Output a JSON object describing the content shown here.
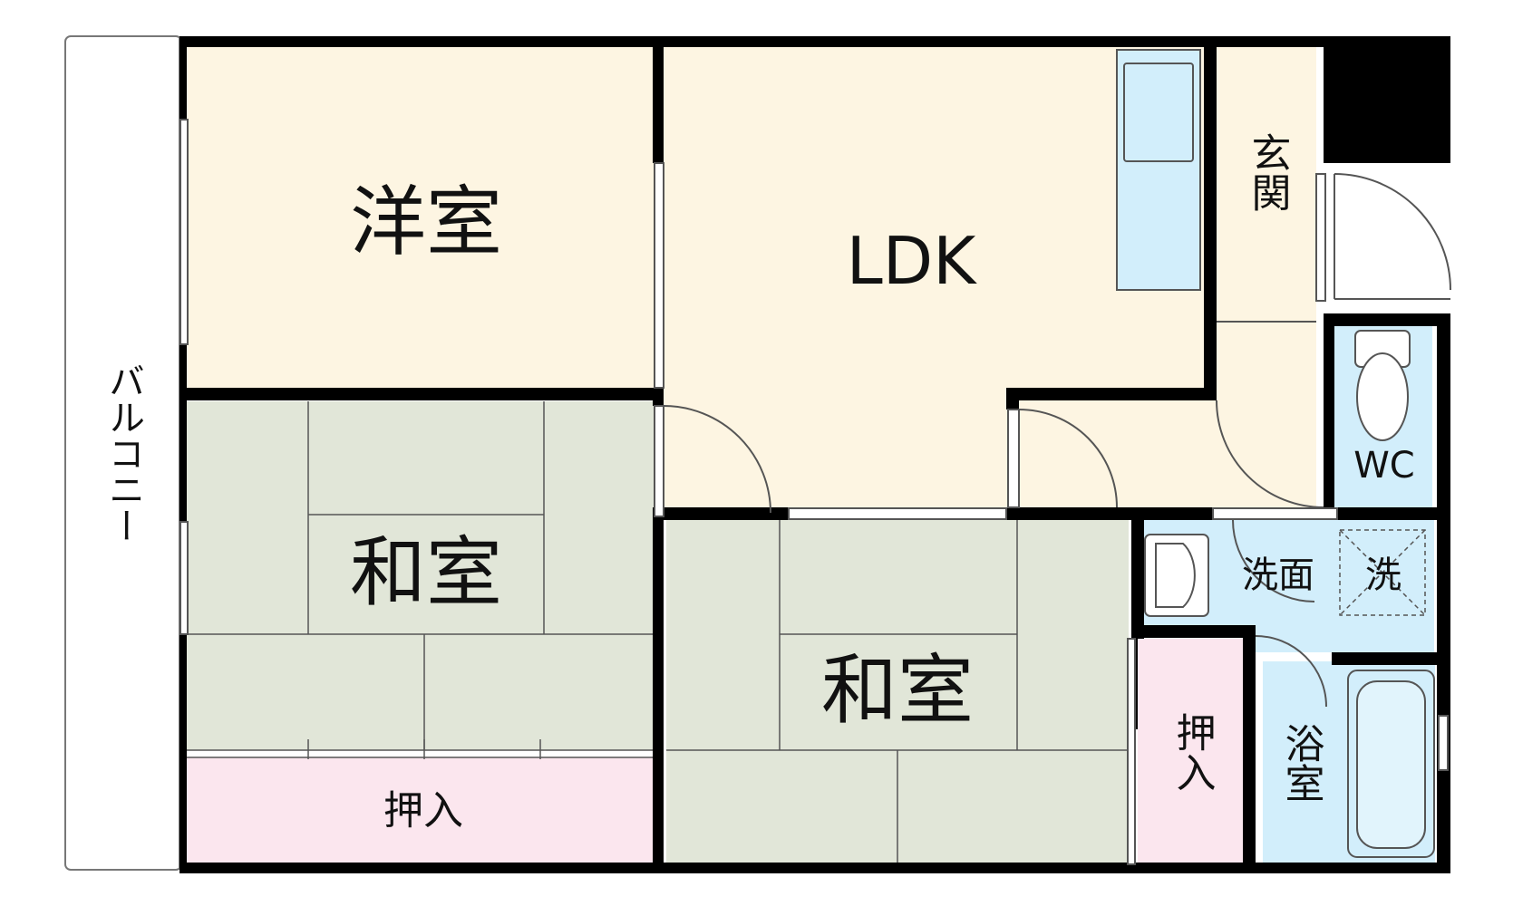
{
  "rooms": {
    "western_room": "洋室",
    "ldk": "LDK",
    "entrance": "玄関",
    "wc": "WC",
    "washroom": "洗面",
    "washer_space": "洗",
    "bathroom": "浴室",
    "japanese_room_left": "和室",
    "japanese_room_right": "和室",
    "closet_bottom": "押入",
    "closet_right": "押入",
    "balcony": "バルコニー"
  },
  "colors": {
    "wall": "#000000",
    "western_floor": "#fdf5e2",
    "tatami": "#e1e6d8",
    "closet": "#fbe6ee",
    "water_area": "#d2eefb",
    "line": "#666666"
  }
}
